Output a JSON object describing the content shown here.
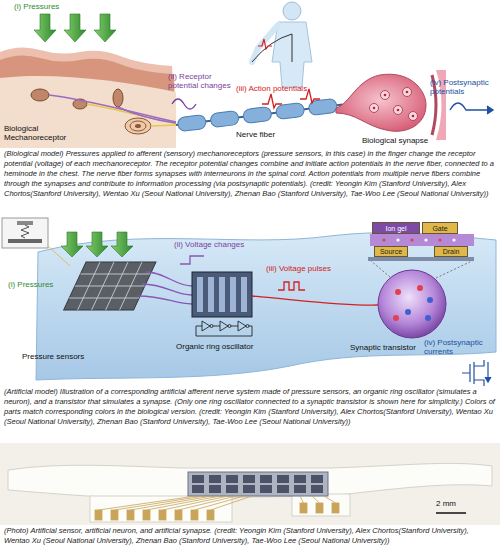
{
  "diagram": {
    "nodes": [
      {
        "text": [
          "Ion gel"
        ]
      },
      {
        "text": [
          "Gate"
        ]
      },
      {
        "text": [
          "Source"
        ]
      },
      {
        "text": [
          "Drain"
        ]
      }
    ],
    "labels": [
      "(i) Pressures",
      "(ii) Receptor potential changes",
      "(iii) Action potentials",
      "Biological Mechanoreceptor",
      "Nerve fiber",
      "Biological synapse",
      "(iv) Postsynaptic potentials",
      "(Biological model) Pressures applied to afferent (sensory) mechanoreceptors (pressure sensors, in this case) in the finger change the receptor potential (voltage) of each mechanoreceptor. The receptor potential changes combine and initiate action potentials in the nerve fiber, connected to a heminode in the chest. The nerve fiber forms synapses with interneurons in the spinal cord. Action potentials from multiple nerve fibers combine through the synapses and contribute to information processing (via postsynaptic potentials). (credit: Yeongin Kim (Stanford University), Alex Chortos(Stanford University), Wentao Xu (Seoul National University), Zhenan Bao (Stanford University), Tae-Woo Lee (Seoul National University))",
      "(i) Pressures",
      "Pressure sensors",
      "(ii) Voltage changes",
      "Organic ring oscillator",
      "(iii) Voltage pulses",
      "Synaptic transistor",
      "(iv) Postsynaptic currents",
      "(Artificial model) Illustration of a corresponding artificial afferent nerve system made of pressure sensors, an organic ring oscillator (simulates a neuron), and a transistor that simulates a synapse. (Only one ring oscillator connected to a synaptic transistor is shown here for simplicity.) Colors of parts match corresponding colors in the biological version. (credit: Yeongin Kim (Stanford University), Alex Chortos(Stanford University), Wentao Xu (Seoul National University), Zhenan Bao (Stanford University), Tae-Woo Lee (Seoul National University))",
      "2 mm",
      "(Photo) Artificial sensor, artificial neuron, and artificial synapse. (credit: Yeongin Kim (Stanford University), Alex Chortos(Stanford University), Wentao Xu (Seoul National University), Zhenan Bao (Stanford University), Tae-Woo Lee (Seoul National University))"
    ]
  }
}
